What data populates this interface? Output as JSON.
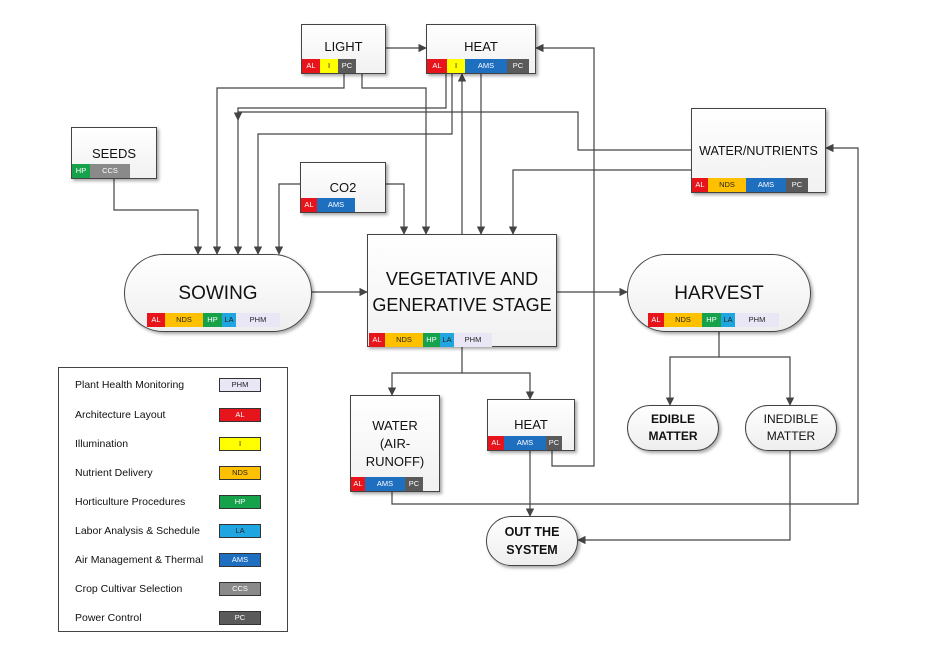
{
  "colors": {
    "AL": "#e8141b",
    "I": "#ffff00",
    "NDS": "#ffc000",
    "HP": "#15a24a",
    "LA": "#1fa6e0",
    "AMS": "#1f6fc1",
    "CCS": "#8a8a8a",
    "PC": "#5a5a5a",
    "PHM": "#e9e7f6",
    "line": "#444444"
  },
  "nodes": {
    "light": {
      "title": "LIGHT",
      "tags": [
        "AL",
        "I",
        "PC"
      ]
    },
    "heat_top": {
      "title": "HEAT",
      "tags": [
        "AL",
        "I",
        "AMS",
        "PC"
      ]
    },
    "seeds": {
      "title": "SEEDS",
      "tags": [
        "HP",
        "CCS"
      ]
    },
    "co2": {
      "title": "CO2",
      "tags": [
        "AL",
        "AMS"
      ]
    },
    "water_nutrients": {
      "title": "WATER/NUTRIENTS",
      "tags": [
        "AL",
        "NDS",
        "AMS",
        "PC"
      ]
    },
    "sowing": {
      "title": "SOWING",
      "tags": [
        "AL",
        "NDS",
        "HP",
        "LA",
        "PHM"
      ]
    },
    "vegetative": {
      "title_line1": "VEGETATIVE AND",
      "title_line2": "GENERATIVE STAGE",
      "tags": [
        "AL",
        "NDS",
        "HP",
        "LA",
        "PHM"
      ]
    },
    "harvest": {
      "title": "HARVEST",
      "tags": [
        "AL",
        "NDS",
        "HP",
        "LA",
        "PHM"
      ]
    },
    "water_runoff": {
      "title_line1": "WATER",
      "title_line2": "(AIR-",
      "title_line3": "RUNOFF)",
      "tags": [
        "AL",
        "AMS",
        "PC"
      ]
    },
    "heat_bottom": {
      "title": "HEAT",
      "tags": [
        "AL",
        "AMS",
        "PC"
      ]
    },
    "edible": {
      "title_line1": "EDIBLE",
      "title_line2": "MATTER"
    },
    "inedible": {
      "title_line1": "INEDIBLE",
      "title_line2": "MATTER"
    },
    "out": {
      "title_line1": "OUT THE",
      "title_line2": "SYSTEM"
    }
  },
  "legend": [
    {
      "label": "Plant Health Monitoring",
      "code": "PHM"
    },
    {
      "label": "Architecture Layout",
      "code": "AL"
    },
    {
      "label": "Illumination",
      "code": "I"
    },
    {
      "label": "Nutrient Delivery",
      "code": "NDS"
    },
    {
      "label": "Horticulture Procedures",
      "code": "HP"
    },
    {
      "label": "Labor Analysis & Schedule",
      "code": "LA"
    },
    {
      "label": "Air Management & Thermal",
      "code": "AMS"
    },
    {
      "label": "Crop Cultivar Selection",
      "code": "CCS"
    },
    {
      "label": "Power Control",
      "code": "PC"
    }
  ]
}
